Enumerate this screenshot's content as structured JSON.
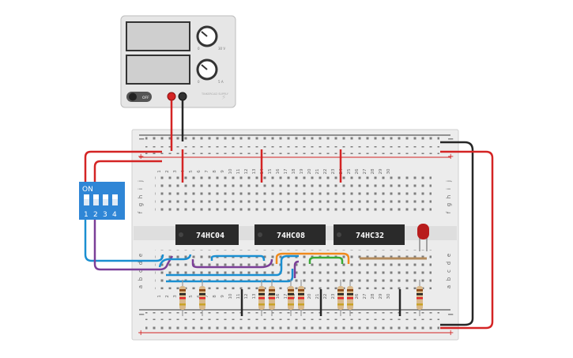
{
  "power_supply": {
    "off_label": "OFF",
    "brand_label": "TINKERCAD SUPPLY",
    "knob_top_min": "0",
    "knob_top_max": "30 V",
    "knob_bottom_min": "0",
    "knob_bottom_max": "5 A"
  },
  "dip_switch": {
    "on_label": "ON",
    "positions": [
      "1",
      "2",
      "3",
      "4"
    ]
  },
  "chips": [
    {
      "label": "74HC04"
    },
    {
      "label": "74HC08"
    },
    {
      "label": "74HC32"
    }
  ],
  "breadboard": {
    "columns": 30,
    "row_letters_top": [
      "j",
      "i",
      "h",
      "g",
      "f"
    ],
    "row_letters_bottom": [
      "e",
      "d",
      "c",
      "b",
      "a"
    ],
    "rail_minus": "−",
    "rail_plus": "+"
  },
  "colors": {
    "red_wire": "#e0262a",
    "black_wire": "#262626",
    "blue_wire": "#1a8fd1",
    "purple_wire": "#7b3f98",
    "orange_wire": "#f08a1c",
    "green_wire": "#3aaa35",
    "brown_wire": "#b38b5d",
    "dip_body": "#2f86d6",
    "led": "#b81c1c"
  }
}
